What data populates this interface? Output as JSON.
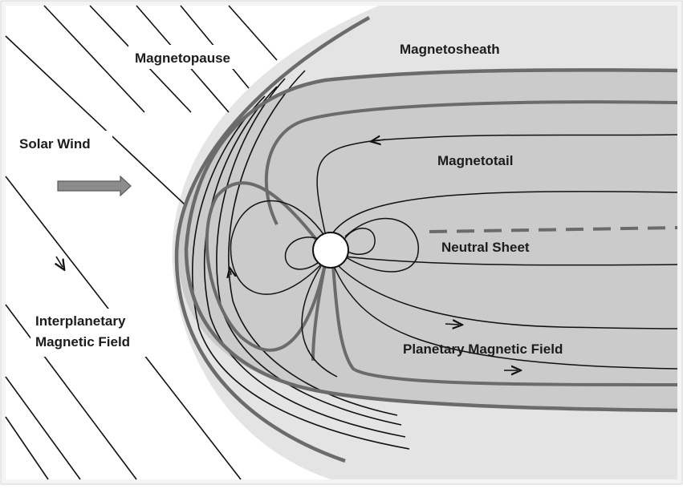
{
  "labels": {
    "magnetopause": "Magnetopause",
    "magnetosheath": "Magnetosheath",
    "solar_wind": "Solar Wind",
    "magnetotail": "Magnetotail",
    "neutral_sheet": "Neutral Sheet",
    "imf_line1": "Interplanetary",
    "imf_line2": "Magnetic Field",
    "planetary_field": "Planetary Magnetic Field"
  },
  "colors": {
    "background": "#ffffff",
    "frame": "#f4f4f4",
    "magnetosheath_fill": "#e4e4e4",
    "magnetosphere_fill": "#cbcbcb",
    "boundary_stroke": "#6b6b6b",
    "field_line": "#111111",
    "solar_wind_arrow": "#8c8c8c",
    "planet": "#ffffff"
  },
  "icons": {
    "solar_wind": "right-arrow-icon"
  }
}
